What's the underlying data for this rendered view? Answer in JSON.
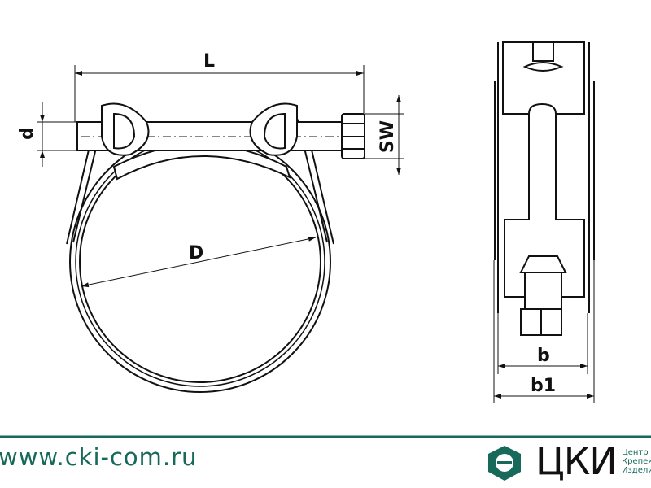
{
  "dimensions": {
    "L": "L",
    "d": "d",
    "SW": "SW",
    "D": "D",
    "b": "b",
    "b1": "b1"
  },
  "footer": {
    "website": "www.cki-com.ru",
    "brand": "ЦКИ",
    "tagline": [
      "Центр",
      "Крепеж",
      "Издели"
    ]
  },
  "colors": {
    "brand": "#17695a",
    "line": "#111111"
  }
}
